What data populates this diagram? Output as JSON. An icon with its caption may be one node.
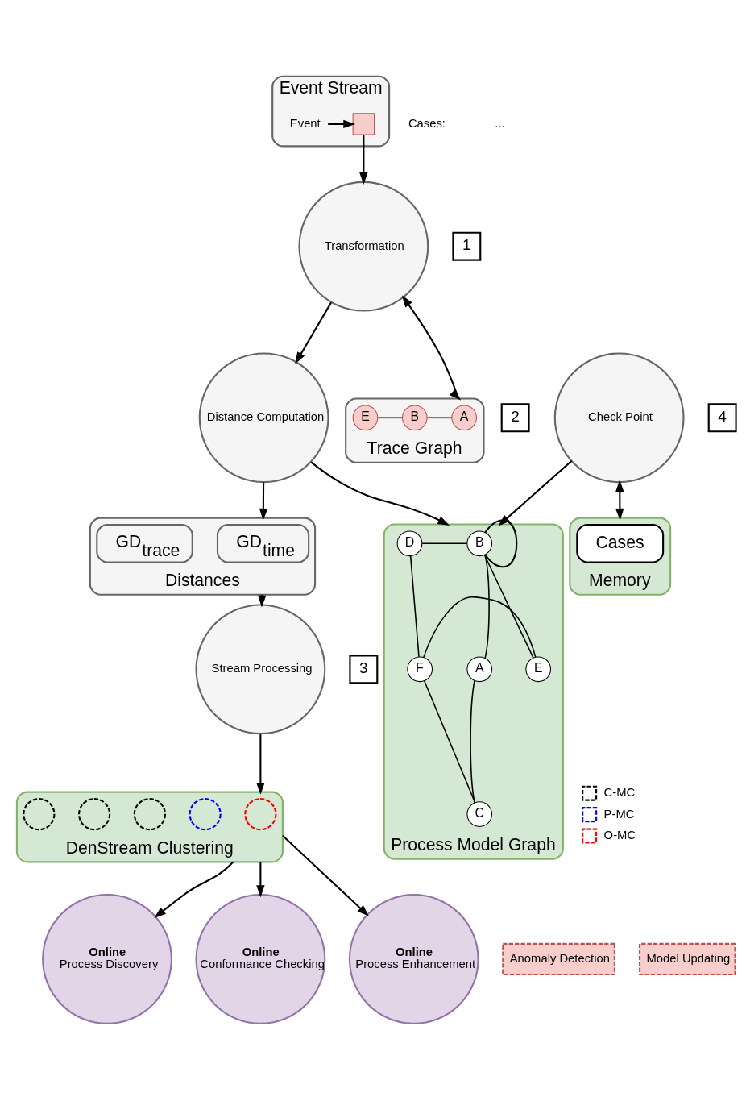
{
  "diagram": {
    "nodes": [
      {
        "text": [
          "Event Stream"
        ]
      },
      {
        "text": [
          "Event"
        ],
        "in": 0
      },
      {
        "text": [],
        "shape": "box",
        "in": 0
      },
      {
        "text": [
          "Transformation"
        ]
      },
      {
        "text": [
          "1"
        ]
      },
      {
        "text": [
          "Trace Graph"
        ]
      },
      {
        "text": [
          "A"
        ],
        "in": 5
      },
      {
        "text": [
          "B"
        ],
        "in": 5
      },
      {
        "text": [
          "E"
        ],
        "in": 5
      },
      {
        "text": [
          "Check Point"
        ]
      },
      {
        "text": [
          "4"
        ]
      },
      {
        "text": [
          "Memory"
        ]
      },
      {
        "text": [
          "Cases"
        ],
        "in": 11
      },
      {
        "text": [
          "Distance Computation"
        ]
      },
      {
        "text": [
          "2"
        ]
      },
      {
        "text": [
          "Process Model Graph"
        ]
      },
      {
        "text": [
          "B"
        ],
        "in": 15
      },
      {
        "text": [
          "D"
        ],
        "in": 15
      },
      {
        "text": [
          "A"
        ],
        "in": 15
      },
      {
        "text": [
          "E"
        ],
        "in": 15
      },
      {
        "text": [
          "F"
        ],
        "in": 15
      },
      {
        "text": [
          "C"
        ],
        "in": 15
      },
      {
        "text": [
          "Distances"
        ]
      },
      {
        "text": [
          "GD$_{time}$"
        ],
        "in": 22
      },
      {
        "text": [
          "GD$_{trace}$"
        ],
        "in": 22
      },
      {
        "text": [
          "Stream Processing"
        ]
      },
      {
        "text": [
          "3"
        ]
      },
      {
        "text": [
          "DenStream Clustering"
        ]
      },
      {
        "text": [],
        "shape": "circle",
        "in": 27
      },
      {
        "text": [],
        "shape": "circle",
        "in": 27
      },
      {
        "text": [],
        "shape": "circle",
        "in": 27
      },
      {
        "text": [],
        "shape": "circle",
        "in": 27
      },
      {
        "text": [],
        "shape": "circle",
        "in": 27
      },
      {
        "text": [
          "Online",
          "Process Discovery"
        ]
      },
      {
        "text": [
          "Online",
          "Conformance Checking"
        ]
      },
      {
        "text": [
          "Anomaly Detection"
        ]
      },
      {
        "text": [
          "Online",
          "Process Enhancement"
        ]
      },
      {
        "text": [
          "Model Updating"
        ]
      }
    ],
    "edges": [
      {
        "from": 1,
        "to": 2,
        "arrow": "to"
      },
      {
        "from": 2,
        "to": 3,
        "arrow": "to"
      },
      {
        "from": 3,
        "to": 5,
        "arrow": "both"
      },
      {
        "from": 6,
        "to": 7,
        "arrow": "none"
      },
      {
        "from": 7,
        "to": 8,
        "arrow": "none"
      },
      {
        "from": 3,
        "to": 13,
        "arrow": "to"
      },
      {
        "from": 9,
        "to": 11,
        "arrow": "both"
      },
      {
        "from": 13,
        "to": 15,
        "arrow": "to"
      },
      {
        "from": 9,
        "to": 15,
        "arrow": "to"
      },
      {
        "from": 16,
        "to": 16,
        "arrow": "none"
      },
      {
        "from": 16,
        "to": 17,
        "arrow": "none"
      },
      {
        "from": 18,
        "to": 16,
        "arrow": "none"
      },
      {
        "from": 16,
        "to": 19,
        "arrow": "none"
      },
      {
        "from": 17,
        "to": 20,
        "arrow": "none"
      },
      {
        "from": 19,
        "to": 20,
        "arrow": "none"
      },
      {
        "from": 18,
        "to": 21,
        "arrow": "none"
      },
      {
        "from": 21,
        "to": 20,
        "arrow": "none"
      },
      {
        "from": 13,
        "to": 22,
        "arrow": "to"
      },
      {
        "from": 22,
        "to": 25,
        "arrow": "to"
      },
      {
        "from": 25,
        "to": 27,
        "arrow": "to"
      },
      {
        "from": 27,
        "to": 33,
        "arrow": "to"
      },
      {
        "from": 27,
        "to": 34,
        "arrow": "to"
      },
      {
        "from": 27,
        "to": 36,
        "arrow": "to"
      }
    ],
    "labels": [
      "Cases:",
      "..."
    ],
    "legend": [
      {
        "text": "C-MC"
      },
      {
        "text": "P-MC"
      },
      {
        "text": "O-MC"
      }
    ]
  }
}
